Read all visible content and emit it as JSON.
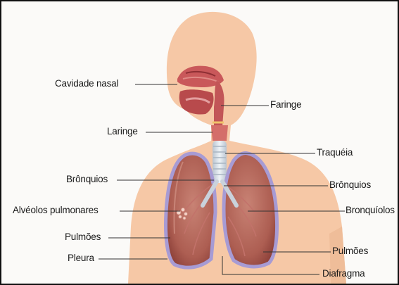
{
  "labels": {
    "cavidade_nasal": "Cavidade nasal",
    "faringe": "Faringe",
    "laringe": "Laringe",
    "traqueia": "Traquéia",
    "bronquios_left": "Brônquios",
    "bronquios_right": "Brônquios",
    "alveolos": "Alvéolos pulmonares",
    "bronquiolos": "Bronquíolos",
    "pulmoes_left": "Pulmões",
    "pulmoes_right": "Pulmões",
    "pleura": "Pleura",
    "diafragma": "Diafragma"
  },
  "colors": {
    "skin": "#f6c8a6",
    "lung": "#b56a5e",
    "lung_dark": "#8e3f3a",
    "pleura": "#a79bd4",
    "trachea": "#dfe7ef",
    "leader": "#333333"
  }
}
